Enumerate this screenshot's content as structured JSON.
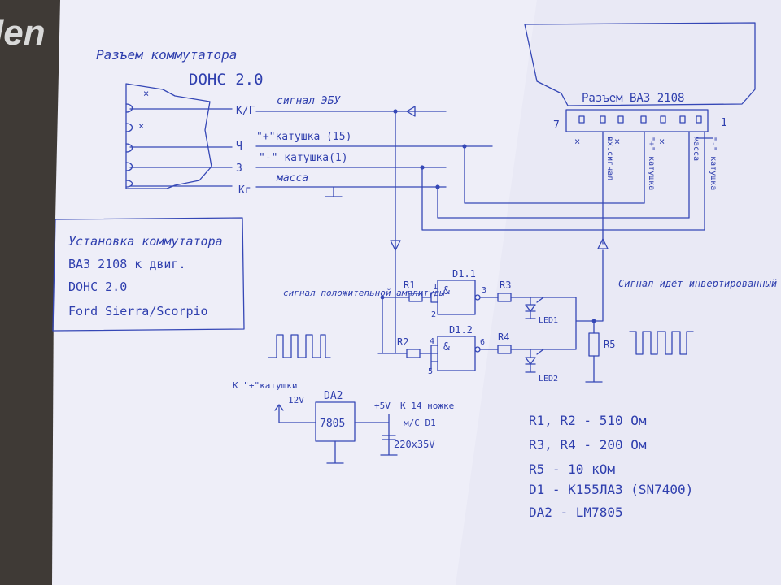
{
  "background_logo": "len",
  "colors": {
    "ink": "#3446b4",
    "paper": "#eeeef8",
    "surface": "#3f3a36"
  },
  "ignition_connector": {
    "title_line1": "Разъем коммутатора",
    "title_line2": "DOHC 2.0",
    "pins": [
      "К/Г",
      "Ч",
      "З",
      "Кг"
    ],
    "wires": [
      "сигнал ЭБУ",
      "\"+\"катушка (15)",
      "\"-\" катушка(1)",
      "масса"
    ]
  },
  "vaz_connector": {
    "title": "Разъем ВАЗ 2108",
    "pin_first": "7",
    "pin_last": "1",
    "wires": [
      "вх.сигнал",
      "\"+\" катушка",
      "масса",
      "\"-\" катушка"
    ]
  },
  "info_box": {
    "lines": [
      "Установка коммутатора",
      "ВАЗ 2108  к двиг.",
      "DOHC 2.0",
      "Ford Sierra/Scorpio"
    ]
  },
  "circuit": {
    "signal_in_label": "сигнал положительной амплитуды",
    "signal_out_label": "Сигнал идёт инвертированный",
    "gate_top": "D1.1",
    "gate_bottom": "D1.2",
    "gate_symbol": "&",
    "pin_numbers": [
      "1",
      "2",
      "3",
      "4",
      "5",
      "6"
    ],
    "r1": "R1",
    "r2": "R2",
    "r3": "R3",
    "r4": "R4",
    "r5": "R5",
    "led1": "LED1",
    "led2": "LED2"
  },
  "power": {
    "from_label": "К \"+\"катушки",
    "voltage_in": "12V",
    "regulator_name": "DA2",
    "regulator_part": "7805",
    "voltage_out": "+5V",
    "to_label_line1": "К 14 ножке",
    "to_label_line2": "м/С D1",
    "capacitor": "220x35V"
  },
  "parts_list": [
    "R1, R2  - 510 Ом",
    "R3, R4  - 200 Ом",
    "R5  - 10 кОм",
    "D1  - К155ЛА3  (SN7400)",
    "DA2  - LM7805"
  ]
}
